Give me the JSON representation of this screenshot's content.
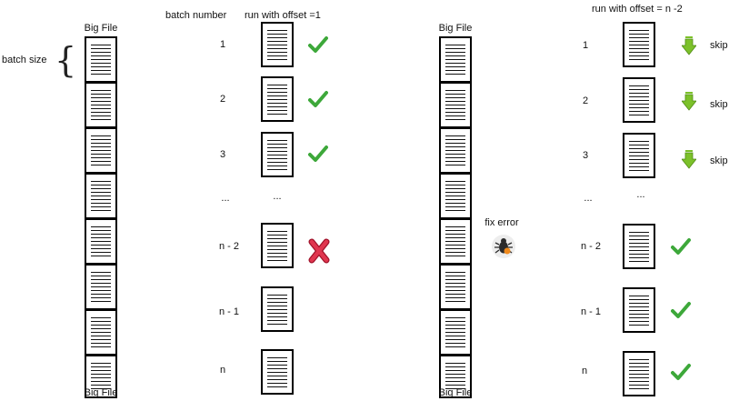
{
  "left": {
    "bigfile_label_top": "Big File",
    "bigfile_label_bottom": "Big File",
    "batch_size_label": "batch size",
    "batch_number_header": "batch number",
    "run_header": "run with offset =1",
    "rows": [
      {
        "number": "1",
        "status": "check"
      },
      {
        "number": "2",
        "status": "check"
      },
      {
        "number": "3",
        "status": "check"
      },
      {
        "number": "...",
        "status": "none"
      },
      {
        "number": "n - 2",
        "status": "error"
      },
      {
        "number": "n - 1",
        "status": "none"
      },
      {
        "number": "n",
        "status": "none"
      }
    ],
    "doc_ellipsis": "..."
  },
  "middle": {
    "fix_label": "fix error",
    "fix_icon": "bug-icon"
  },
  "right": {
    "bigfile_label_top": "Big File",
    "bigfile_label_bottom": "Big File",
    "run_header": "run with offset = n -2",
    "skip_label": "skip",
    "rows": [
      {
        "number": "1",
        "status": "skip"
      },
      {
        "number": "2",
        "status": "skip"
      },
      {
        "number": "3",
        "status": "skip"
      },
      {
        "number": "...",
        "status": "none"
      },
      {
        "number": "n - 2",
        "status": "check"
      },
      {
        "number": "n - 1",
        "status": "check"
      },
      {
        "number": "n",
        "status": "check"
      }
    ],
    "doc_ellipsis": "..."
  },
  "colors": {
    "check": "#3da83a",
    "error": "#e0364f",
    "skip": "#7cc12a"
  }
}
